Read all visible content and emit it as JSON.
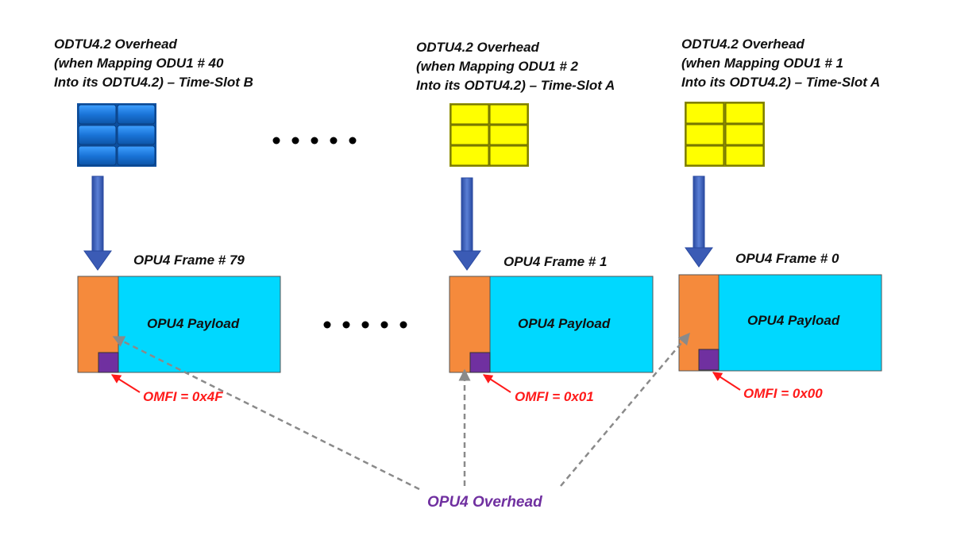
{
  "columns": [
    {
      "title_lines": [
        "ODTU4.2 Overhead",
        "(when Mapping ODU1 # 40",
        "Into its ODTU4.2) – Time-Slot B"
      ],
      "frame_title": "OPU4 Frame # 79",
      "payload_label": "OPU4 Payload",
      "omfi_label": "OMFI = 0x4F",
      "block_color": "blue"
    },
    {
      "title_lines": [
        "ODTU4.2 Overhead",
        "(when Mapping ODU1 # 2",
        "Into its ODTU4.2) – Time-Slot A"
      ],
      "frame_title": "OPU4 Frame # 1",
      "payload_label": "OPU4 Payload",
      "omfi_label": "OMFI = 0x01",
      "block_color": "yellow"
    },
    {
      "title_lines": [
        "ODTU4.2 Overhead",
        "(when Mapping ODU1 # 1",
        "Into its ODTU4.2) – Time-Slot A"
      ],
      "frame_title": "OPU4 Frame # 0",
      "payload_label": "OPU4 Payload",
      "omfi_label": "OMFI = 0x00",
      "block_color": "yellow"
    }
  ],
  "opu4_overhead_label": "OPU4 Overhead",
  "colors": {
    "blue_cell": "#1565c0",
    "blue_cell_light": "#2f8ce6",
    "yellow_cell": "#ffff00",
    "frame_overhead": "#f58a3c",
    "frame_payload": "#00d8ff",
    "omfi_box": "#7030a0",
    "down_arrow": "#3b5bb5",
    "omfi_text": "#ff1a1a",
    "overhead_text": "#7030a0",
    "dashed_arrow": "#8a8a8a"
  }
}
